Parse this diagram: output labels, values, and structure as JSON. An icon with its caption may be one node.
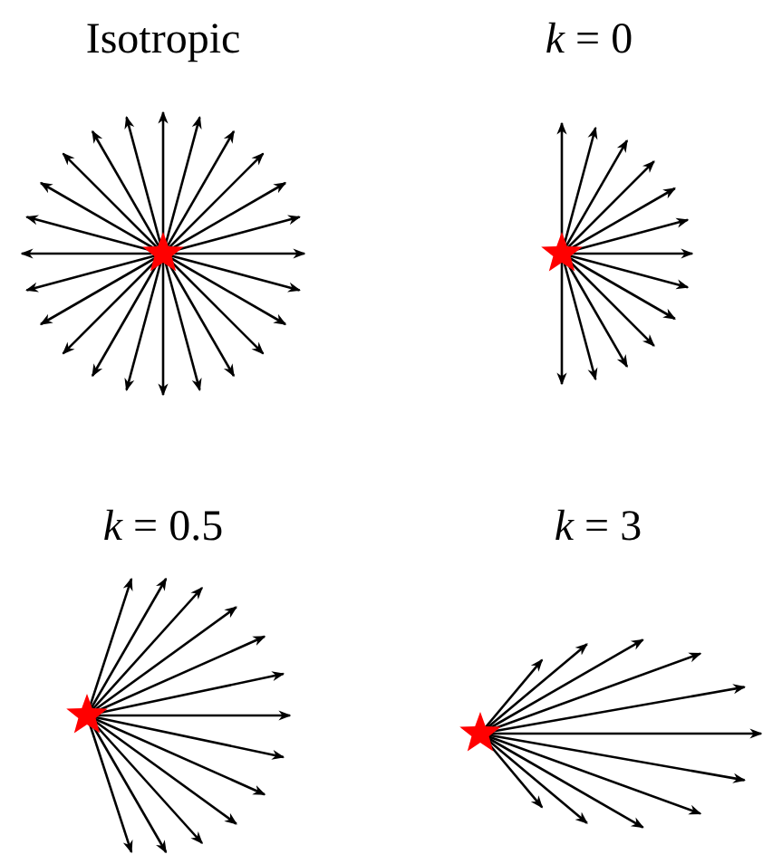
{
  "diagram": {
    "labels": [
      "Isotropic",
      "*k* = 0",
      "*k* = 0.5",
      "*k* = 3"
    ]
  }
}
